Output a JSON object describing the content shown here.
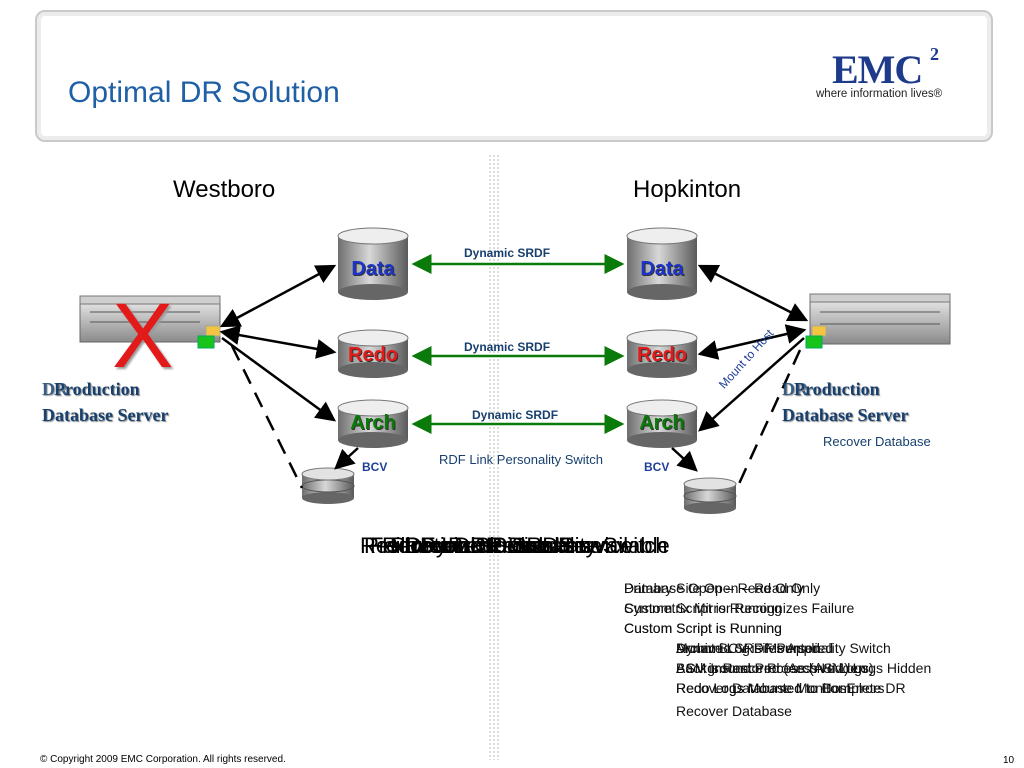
{
  "header": {
    "title": "Optimal DR Solution"
  },
  "logo": {
    "text": "EMC",
    "superscript": "2",
    "tagline": "where information lives®"
  },
  "sites": {
    "left": "Westboro",
    "right": "Hopkinton"
  },
  "links": {
    "data": "Dynamic SRDF",
    "redo": "Dynamic SRDF",
    "arch": "Dynamic SRDF",
    "switch": "RDF Link Personality Switch",
    "mount": "Mount to Host"
  },
  "databases": {
    "data": "Data",
    "redo": "Redo",
    "arch": "Arch",
    "bcv": "BCV"
  },
  "servers": {
    "left": {
      "overlay": "DR",
      "line1": "Production",
      "line2": "Database Server"
    },
    "right": {
      "overlay": "DR",
      "line1": "Production",
      "line2": "Database Server",
      "sub": "Recover Database"
    }
  },
  "centerStack": [
    "Resume Production Service",
    "Failover DR Site",
    "Recover DR Database",
    "Production Service Unavailable",
    "RDF Link Personality Switch",
    "Dynamic SRDF",
    "Recover Database"
  ],
  "notesLeft": [
    [
      "Primary Site Open – Read Only",
      "Custom Script is Running",
      "Custom Script is Running"
    ],
    [
      "Database Open – Read Only",
      "Symmetrix Mirror Recognizes Failure",
      "Custom Script is Running"
    ]
  ],
  "notesRight": [
    [
      "Archive Log Files Applied",
      "BCV is Restored (Archive Logs)",
      "Redo Logs Mounted to Host"
    ],
    [
      "Dynamic SRDF Personality Switch",
      "ASM Instance Process Hidden",
      "Redo Logs Mounted to Complete DR"
    ],
    [
      "Mount BCV is Mounted",
      "Background Process (ASM) Logs Hidden",
      "Recover Database Monitor Errors"
    ]
  ],
  "recover": "Recover Database",
  "footer": {
    "copyright": "© Copyright 2009 EMC Corporation. All rights reserved.",
    "page": "10"
  },
  "colors": {
    "title": "#1f5fa6",
    "accent": "#17406e",
    "x": "#e21a1a",
    "link": "#0a7a0a"
  }
}
